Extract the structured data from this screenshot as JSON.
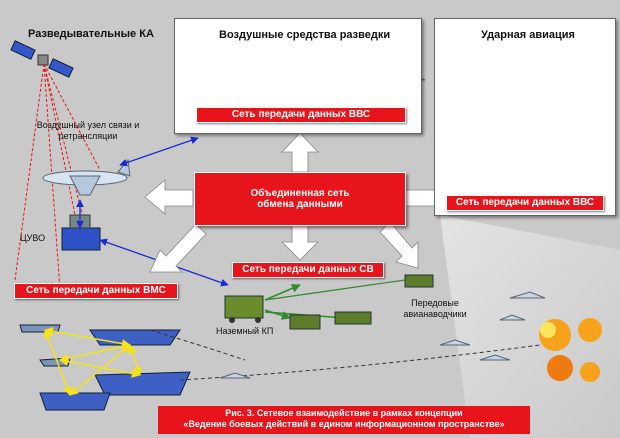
{
  "title_recon_sat": "Разведывательные КА",
  "panel_air_recon": {
    "title": "Воздушные средства разведки",
    "network_label": "Сеть передачи данных ВВС"
  },
  "panel_strike": {
    "title": "Ударная авиация",
    "network_label": "Сеть передачи данных ВВС"
  },
  "relay_node": "Воздушный узел связи и ретрансляции",
  "center": {
    "line1": "Объединенная сеть",
    "line2": "обмена данными"
  },
  "tsuvo": "ЦУВО",
  "net_sv": "Сеть передачи данных СВ",
  "net_vmf": "Сеть передачи данных ВМС",
  "ground_kp": "Наземный КП",
  "forward_controllers": "Передовые авианаводчики",
  "caption": {
    "line1": "Рис. 3. Сетевое взаимодействие  в рамках концепции",
    "line2": "«Ведение боевых действий в едином информационном пространстве»"
  },
  "colors": {
    "network_red": "#e8141b",
    "background": "#c9c9c9",
    "link_blue": "#1a2bd6",
    "link_red_dashed": "#e8141b",
    "link_green": "#2e8b2e",
    "link_yellow": "#f4e21a"
  }
}
